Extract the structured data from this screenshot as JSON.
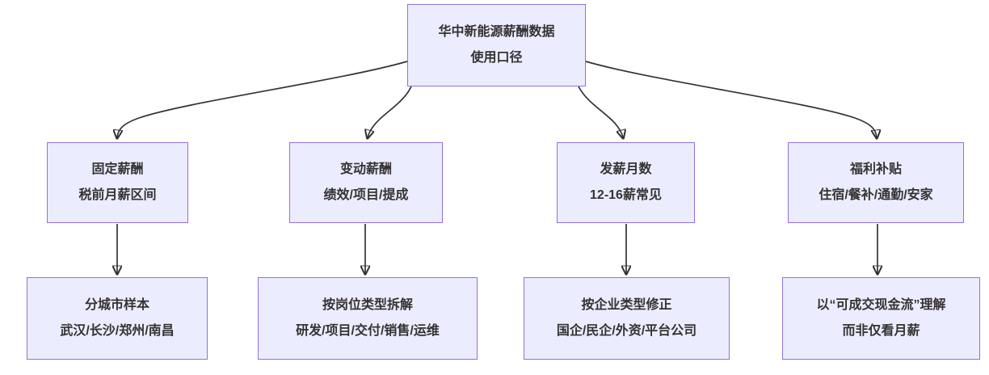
{
  "diagram": {
    "title_node": {
      "line1": "华中新能源薪酬数据",
      "line2": "使用口径"
    },
    "branches": [
      {
        "node": {
          "line1": "固定薪酬",
          "line2": "税前月薪区间"
        },
        "child": {
          "line1": "分城市样本",
          "line2": "武汉/长沙/郑州/南昌"
        }
      },
      {
        "node": {
          "line1": "变动薪酬",
          "line2": "绩效/项目/提成"
        },
        "child": {
          "line1": "按岗位类型拆解",
          "line2": "研发/项目/交付/销售/运维"
        }
      },
      {
        "node": {
          "line1": "发薪月数",
          "line2": "12-16薪常见"
        },
        "child": {
          "line1": "按企业类型修正",
          "line2": "国企/民企/外资/平台公司"
        }
      },
      {
        "node": {
          "line1": "福利补贴",
          "line2": "住宿/餐补/通勤/安家"
        },
        "child": {
          "line1": "以“可成交现金流”理解",
          "line2": "而非仅看月薪"
        }
      }
    ],
    "colors": {
      "node_fill": "#ECECFF",
      "node_border": "#9370DB",
      "edge": "#333333",
      "text": "#333333",
      "background": "#FFFFFF"
    }
  }
}
